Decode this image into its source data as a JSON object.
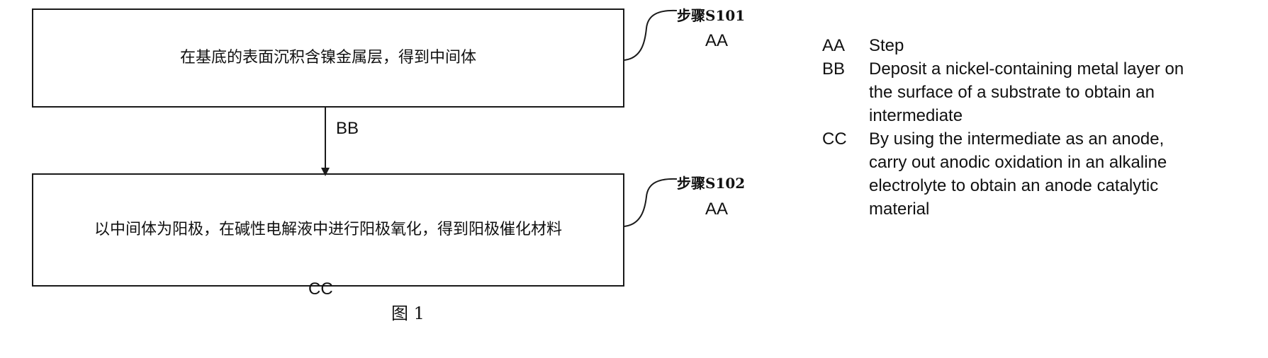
{
  "steps": [
    {
      "id_label": "步骤S101",
      "id_code": "AA",
      "text": "在基底的表面沉积含镍金属层，得到中间体"
    },
    {
      "id_label": "步骤S102",
      "id_code": "AA",
      "text": "以中间体为阳极，在碱性电解液中进行阳极氧化，得到阳极催化材料"
    }
  ],
  "arrow_code": "BB",
  "box2_code": "CC",
  "figure_caption": "图 1",
  "legend": [
    {
      "key": "AA",
      "value": "Step"
    },
    {
      "key": "BB",
      "value": "Deposit a nickel-containing metal layer on the surface of a substrate to obtain an intermediate"
    },
    {
      "key": "CC",
      "value": "By using the intermediate as an anode, carry out anodic oxidation in an alkaline electrolyte to obtain an anode catalytic material"
    }
  ]
}
